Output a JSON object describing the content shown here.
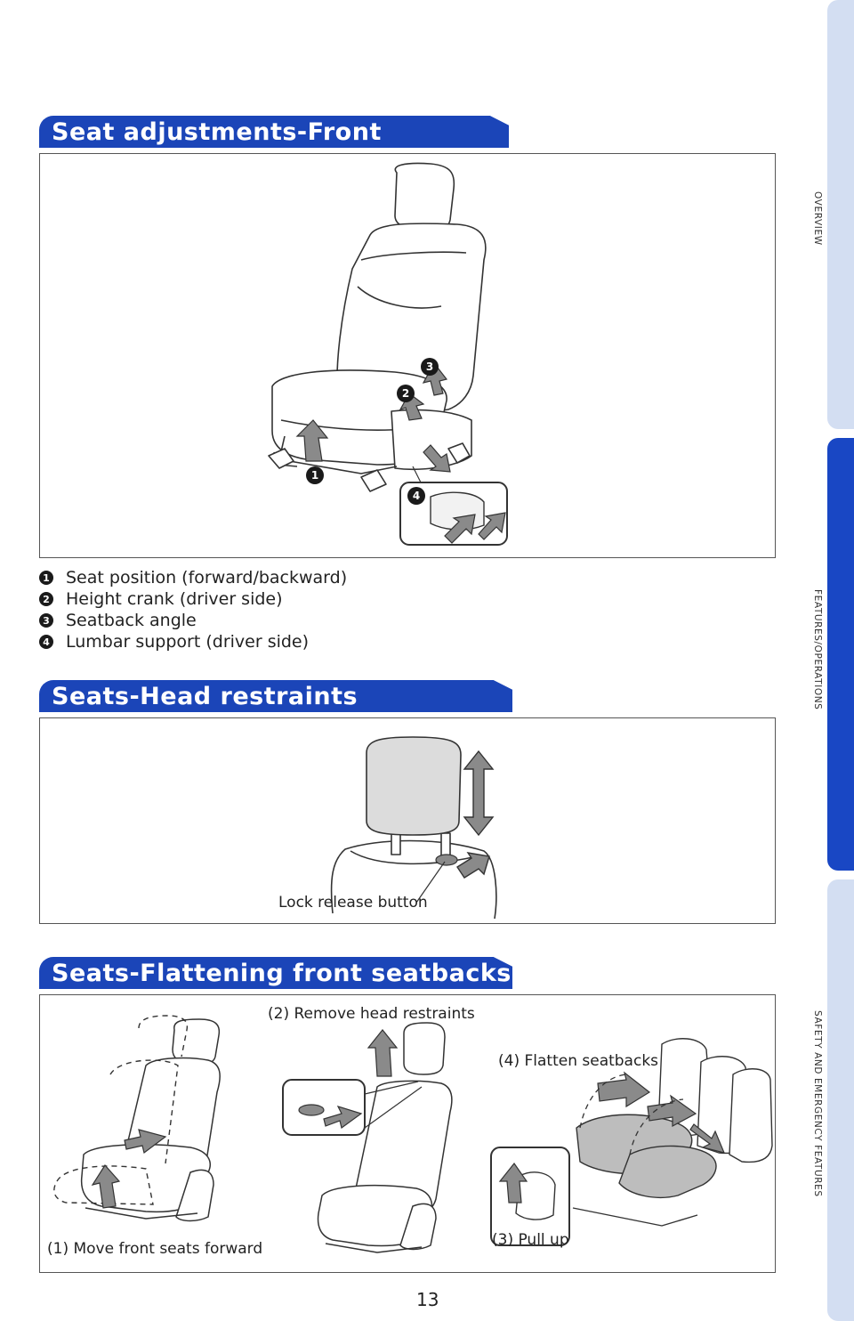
{
  "side_tabs": [
    {
      "label": "OVERVIEW",
      "active": false
    },
    {
      "label": "FEATURES/OPERATIONS",
      "active": true
    },
    {
      "label": "SAFETY AND EMERGENCY FEATURES",
      "active": false
    }
  ],
  "colors": {
    "section_header": "#1b45b8",
    "tab_active": "#1947c4",
    "tab_inactive": "#d3def2",
    "arrow_fill": "#8a8a8a"
  },
  "sections": {
    "front": {
      "title": "Seat adjustments-Front",
      "markers": [
        "1",
        "2",
        "3",
        "4"
      ],
      "legend": [
        {
          "num": "1",
          "text": "Seat position (forward/backward)"
        },
        {
          "num": "2",
          "text": "Height crank (driver side)"
        },
        {
          "num": "3",
          "text": "Seatback angle"
        },
        {
          "num": "4",
          "text": "Lumbar support (driver side)"
        }
      ]
    },
    "head": {
      "title": "Seats-Head restraints",
      "callout": "Lock release button"
    },
    "flatten": {
      "title": "Seats-Flattening front seatbacks",
      "steps": [
        "(1) Move front seats forward",
        "(2) Remove head restraints",
        "(3) Pull up",
        "(4) Flatten seatbacks"
      ]
    }
  },
  "page_number": "13"
}
